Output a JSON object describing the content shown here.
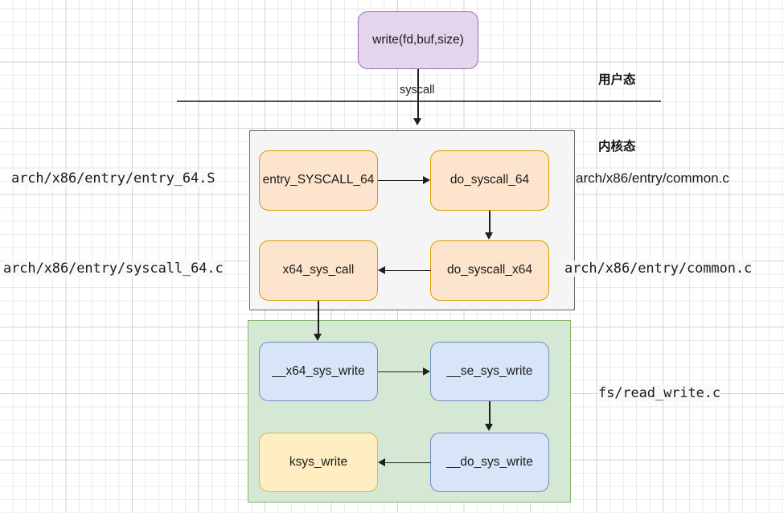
{
  "diagram": {
    "title": "Linux write() syscall call path",
    "colors": {
      "purple_fill": "#e4d5ec",
      "purple_stroke": "#9b72b0",
      "orange_fill": "#fce4cd",
      "orange_stroke": "#d79b00",
      "blue_fill": "#d8e4f7",
      "blue_stroke": "#6c8ebf",
      "yellow_fill": "#ffeec2",
      "yellow_stroke": "#d6b656",
      "kernel_container_fill": "#f5f5f5",
      "kernel_container_stroke": "#666666",
      "fs_container_fill": "#d5e8d4",
      "fs_container_stroke": "#82b366",
      "edge_color": "#1f1f1f",
      "divider_color": "#4d4d4d"
    }
  },
  "nodes": {
    "user_call": "write(fd,buf,size)",
    "entry_syscall_64": "entry_SYSCALL_64",
    "do_syscall_64": "do_syscall_64",
    "x64_sys_call": "x64_sys_call",
    "do_syscall_x64": "do_syscall_x64",
    "x64_sys_write": "__x64_sys_write",
    "se_sys_write": "__se_sys_write",
    "ksys_write": "ksys_write",
    "do_sys_write": "__do_sys_write"
  },
  "edges": {
    "syscall_label": "syscall"
  },
  "mode_labels": {
    "user_mode": "用户态",
    "kernel_mode": "内核态"
  },
  "path_labels": {
    "entry_64_S": "arch/x86/entry/entry_64.S",
    "common_c_top": "arch/x86/entry/common.c",
    "syscall_64_c": "arch/x86/entry/syscall_64.c",
    "common_c_bottom": "arch/x86/entry/common.c",
    "read_write_c": "fs/read_write.c"
  }
}
